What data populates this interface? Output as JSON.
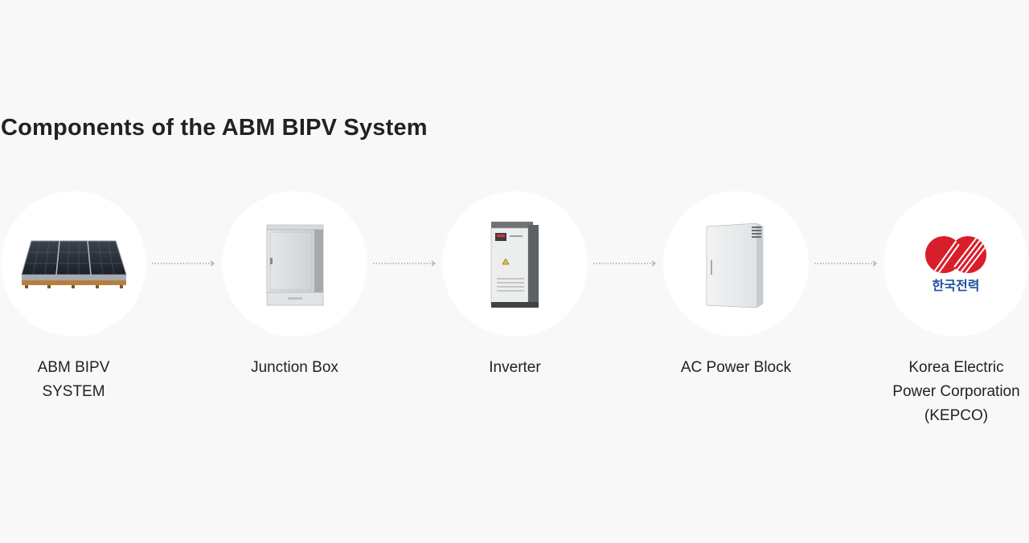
{
  "heading": "Components of the ABM BIPV System",
  "components": [
    {
      "label": "ABM BIPV\nSYSTEM",
      "icon": "solar-panel-icon"
    },
    {
      "label": "Junction Box",
      "icon": "junction-box-icon"
    },
    {
      "label": "Inverter",
      "icon": "inverter-icon"
    },
    {
      "label": "AC Power Block",
      "icon": "ac-power-block-icon"
    },
    {
      "label": "Korea Electric\nPower Corporation\n(KEPCO)",
      "icon": "kepco-logo"
    }
  ],
  "kepco_logo_text": "한국전력",
  "colors": {
    "background": "#f8f8f8",
    "circle": "#ffffff",
    "kepco_red": "#d81e2a",
    "kepco_blue": "#1d4f9c",
    "arrow": "#999999"
  }
}
